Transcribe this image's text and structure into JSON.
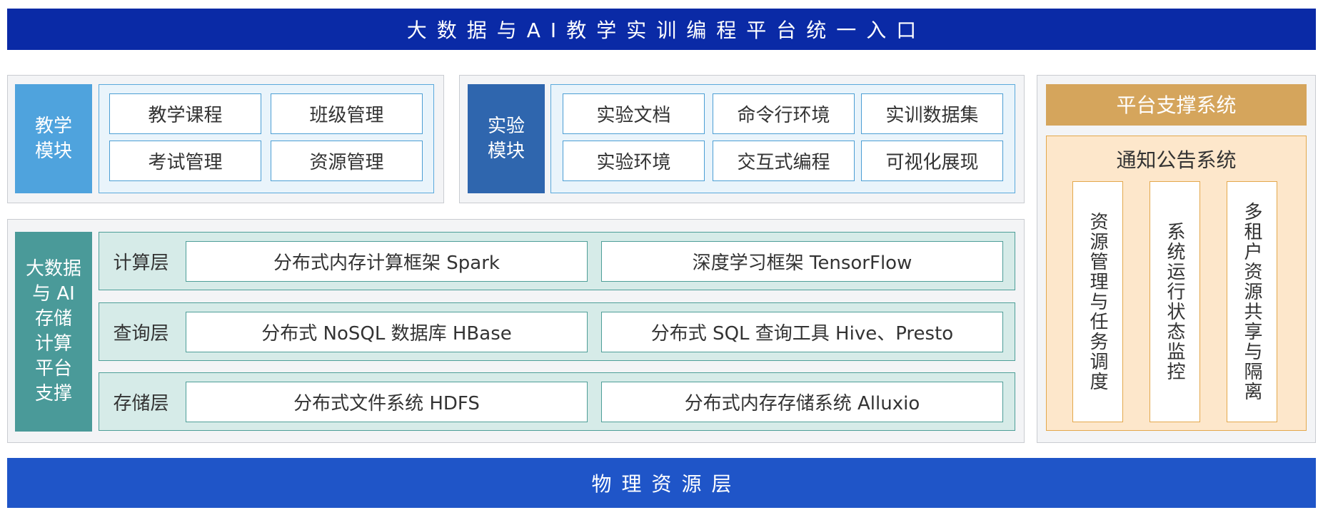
{
  "header": {
    "title": "大数据与AI教学实训编程平台统一入口"
  },
  "teaching": {
    "label_lines": [
      "教学",
      "模块"
    ],
    "items": [
      "教学课程",
      "班级管理",
      "考试管理",
      "资源管理"
    ]
  },
  "experiment": {
    "label_lines": [
      "实验",
      "模块"
    ],
    "items": [
      "实验文档",
      "命令行环境",
      "实训数据集",
      "实验环境",
      "交互式编程",
      "可视化展现"
    ]
  },
  "bigdata": {
    "label_lines": [
      "大数据",
      "与 AI",
      "存储",
      "计算",
      "平台",
      "支撑"
    ],
    "layers": [
      {
        "name": "计算层",
        "items": [
          "分布式内存计算框架 Spark",
          "深度学习框架 TensorFlow"
        ]
      },
      {
        "name": "查询层",
        "items": [
          "分布式 NoSQL 数据库 HBase",
          "分布式 SQL 查询工具 Hive、Presto"
        ]
      },
      {
        "name": "存储层",
        "items": [
          "分布式文件系统 HDFS",
          "分布式内存存储系统 Alluxio"
        ]
      }
    ]
  },
  "support": {
    "title": "平台支撑系统",
    "notice_title": "通知公告系统",
    "columns": [
      "资源管理与任务调度",
      "系统运行状态监控",
      "多租户资源共享与隔离"
    ]
  },
  "footer": {
    "title": "物理资源层"
  },
  "colors": {
    "header_bg": "#0a2aa6",
    "footer_bg": "#1f55c8",
    "teaching_label_bg": "#4fa3dd",
    "experiment_label_bg": "#2f66ae",
    "bigdata_label_bg": "#4a9a99",
    "support_title_bg": "#d5a55c",
    "support_box_bg": "#fde7cb"
  }
}
